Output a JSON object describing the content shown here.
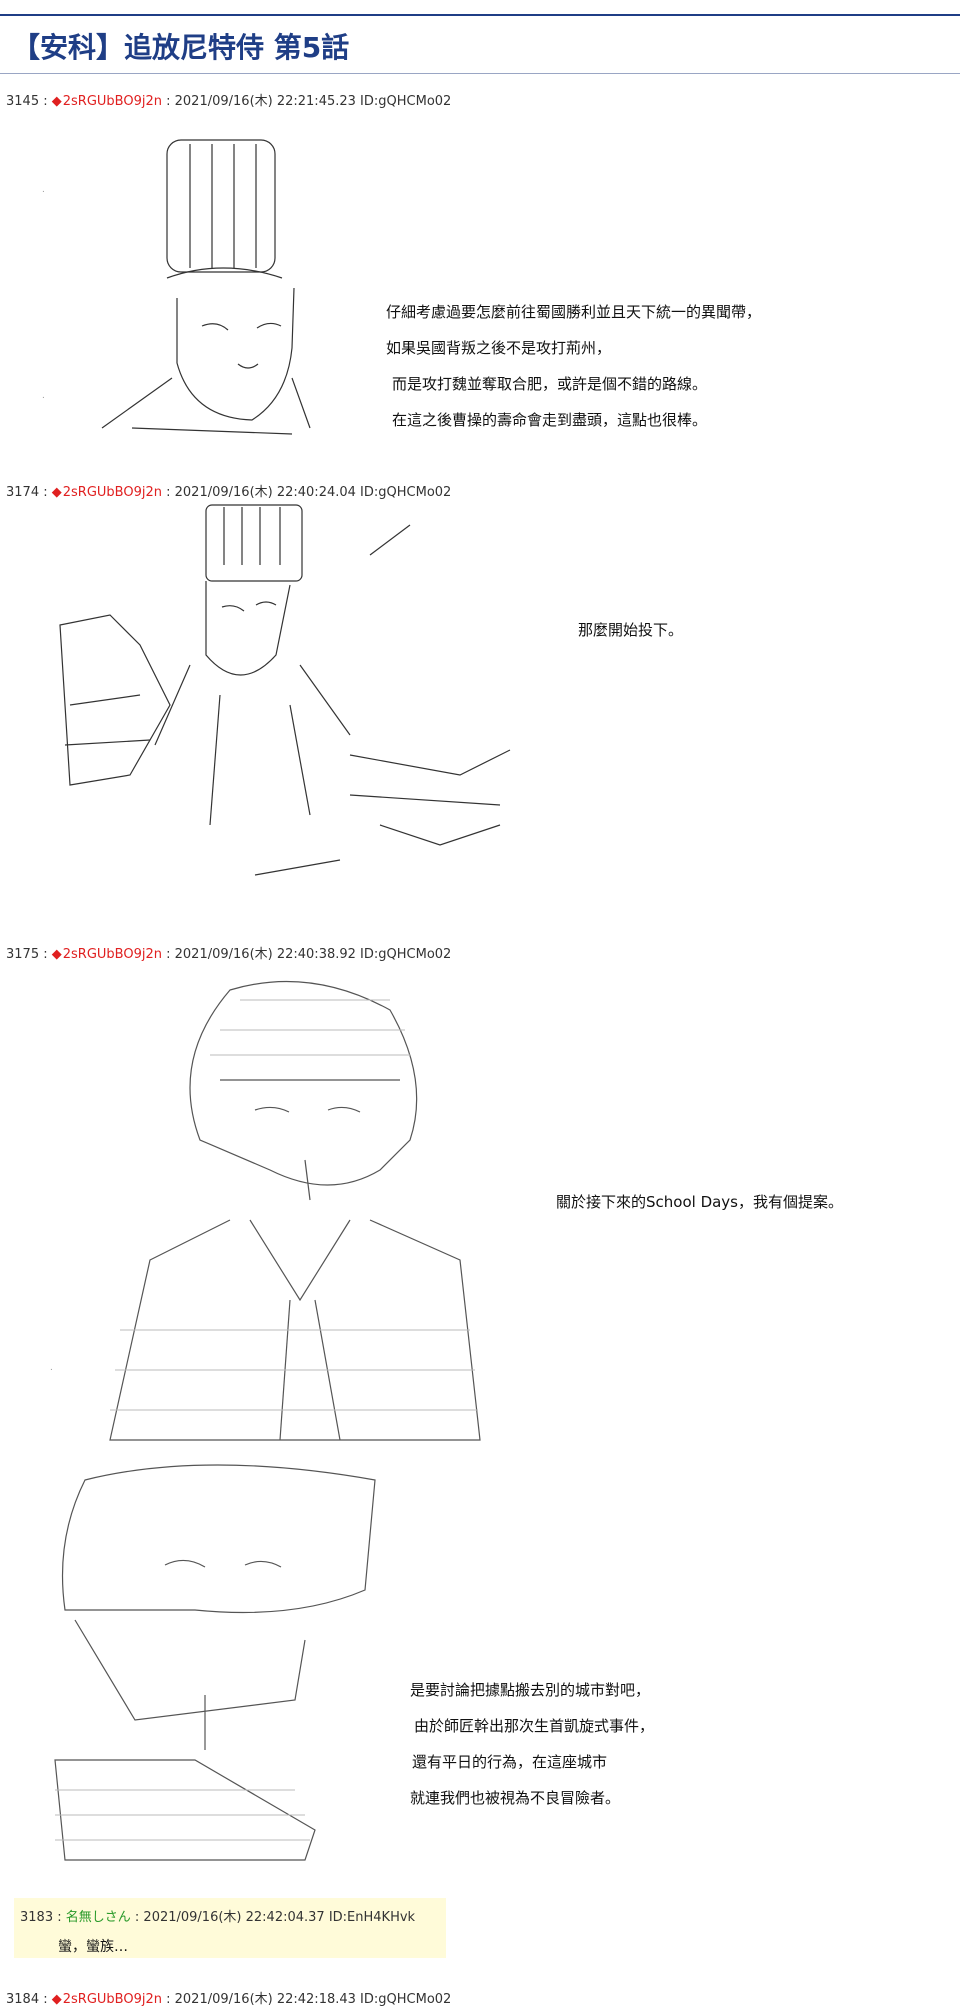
{
  "page": {
    "title": "【安科】追放尼特侍 第5話"
  },
  "posts": [
    {
      "number": "3145",
      "trip": "2sRGUbBO9j2n",
      "datetime": "2021/09/16(木) 22:21:45.23",
      "id": "ID:gQHCMo02",
      "lines": [
        "仔細考慮過要怎麼前往蜀國勝利並且天下統一的異聞帶，",
        "如果吳國背叛之後不是攻打荊州，",
        "而是攻打魏並奪取合肥，或許是個不錯的路線。",
        "在這之後曹操的壽命會走到盡頭，這點也很棒。"
      ]
    },
    {
      "number": "3174",
      "trip": "2sRGUbBO9j2n",
      "datetime": "2021/09/16(木) 22:40:24.04",
      "id": "ID:gQHCMo02",
      "lines": [
        "那麼開始投下。"
      ]
    },
    {
      "number": "3175",
      "trip": "2sRGUbBO9j2n",
      "datetime": "2021/09/16(木) 22:40:38.92",
      "id": "ID:gQHCMo02",
      "lines_a": [
        "關於接下來的School Days，我有個提案。"
      ],
      "lines_b": [
        "是要討論把據點搬去別的城市對吧，",
        "由於師匠幹出那次生首凱旋式事件，",
        "還有平日的行為，在這座城市",
        "就連我們也被視為不良冒險者。"
      ]
    },
    {
      "number": "3183",
      "name": "名無しさん",
      "datetime": "2021/09/16(木) 22:42:04.37",
      "id": "ID:EnH4KHvk",
      "lines": [
        "蠻，蠻族…"
      ]
    },
    {
      "number": "3184",
      "trip": "2sRGUbBO9j2n",
      "datetime": "2021/09/16(木) 22:42:18.43",
      "id": "ID:gQHCMo02"
    }
  ],
  "separator": " : ",
  "diamond": "◆"
}
